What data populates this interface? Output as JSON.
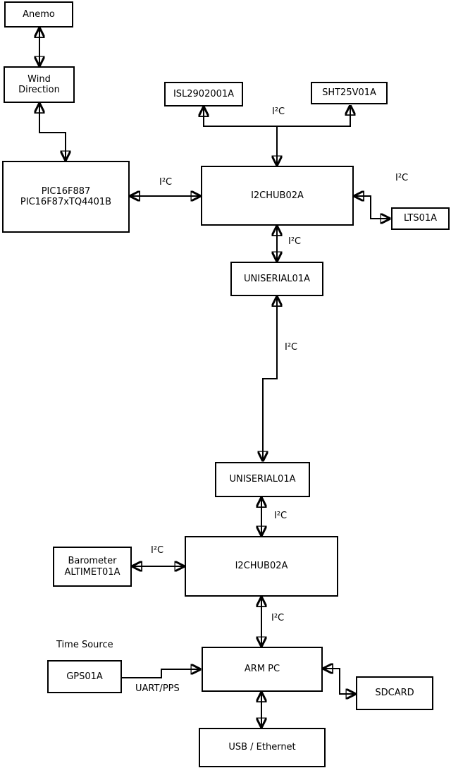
{
  "diagram": {
    "nodes": {
      "anemo": {
        "label": "Anemo"
      },
      "wind_direction": {
        "label": "Wind\nDirection"
      },
      "pic": {
        "label": "PIC16F887\nPIC16F87xTQ4401B"
      },
      "isl": {
        "label": "ISL2902001A"
      },
      "sht": {
        "label": "SHT25V01A"
      },
      "hub1": {
        "label": "I2CHUB02A"
      },
      "lts": {
        "label": "LTS01A"
      },
      "uniserial1": {
        "label": "UNISERIAL01A"
      },
      "uniserial2": {
        "label": "UNISERIAL01A"
      },
      "hub2": {
        "label": "I2CHUB02A"
      },
      "barometer": {
        "label": "Barometer\nALTIMET01A"
      },
      "gps": {
        "label": "GPS01A"
      },
      "armpc": {
        "label": "ARM PC"
      },
      "sdcard": {
        "label": "SDCARD"
      },
      "usb_ethernet": {
        "label": "USB / Ethernet"
      }
    },
    "edge_labels": {
      "i2c_sensors": "I²C",
      "i2c_pic_hub1": "I²C",
      "i2c_hub1_lts": "I²C",
      "i2c_hub1_uniserial1": "I²C",
      "i2c_uniserial_link": "I²C",
      "i2c_uniserial2_hub2": "I²C",
      "i2c_barometer_hub2": "I²C",
      "i2c_hub2_armpc": "I²C",
      "time_source": "Time Source",
      "uart_pps": "UART/PPS"
    },
    "colors": {
      "line": "#000000",
      "box_fill": "#ffffff",
      "background": "#ffffff",
      "text": "#000000"
    }
  }
}
